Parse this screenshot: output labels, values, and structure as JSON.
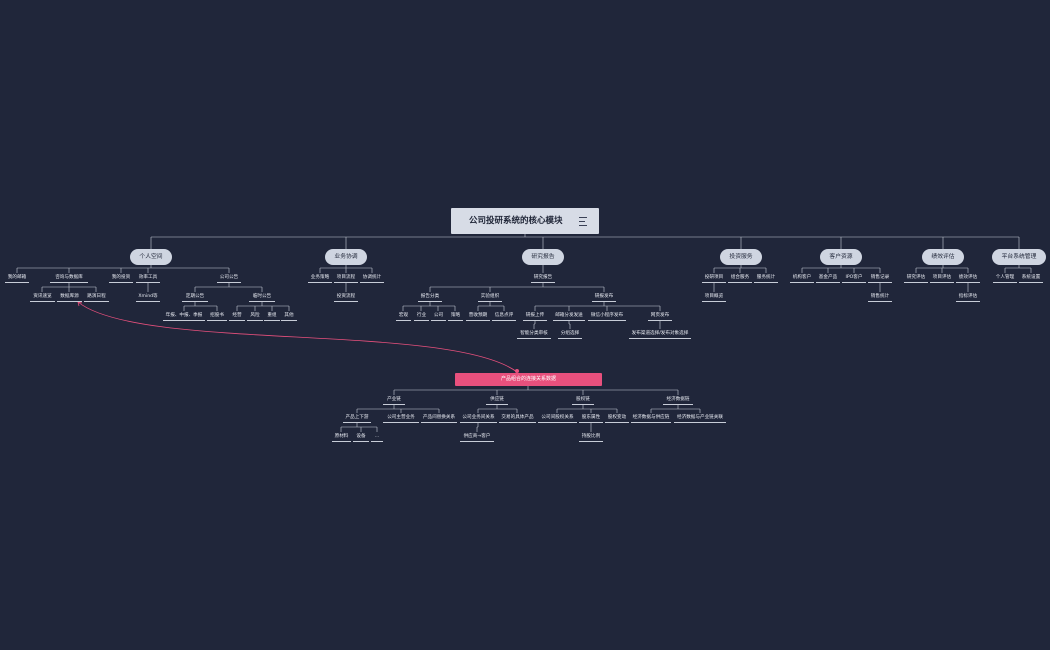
{
  "diagram": {
    "root": "公司投研系统的核心模块",
    "modules": [
      {
        "label": "个人空间",
        "children": [
          {
            "label": "我的邮箱"
          },
          {
            "label": "咨询与数据库",
            "children": [
              {
                "label": "资讯速览"
              },
              {
                "label": "数据库源"
              },
              {
                "label": "路演日程"
              }
            ]
          },
          {
            "label": "我的投资"
          },
          {
            "label": "效率工具",
            "children": [
              {
                "label": "Xmind等"
              }
            ]
          },
          {
            "label": "公司公告",
            "children": [
              {
                "label": "定期公告",
                "children": [
                  {
                    "label": "年报、中报、季报"
                  },
                  {
                    "label": "招股书"
                  }
                ]
              },
              {
                "label": "临时公告",
                "children": [
                  {
                    "label": "经营"
                  },
                  {
                    "label": "风险"
                  },
                  {
                    "label": "重组"
                  },
                  {
                    "label": "其他"
                  }
                ]
              }
            ]
          }
        ]
      },
      {
        "label": "业务协调",
        "children": [
          {
            "label": "业务策略"
          },
          {
            "label": "项目流程",
            "children": [
              {
                "label": "投资流程"
              }
            ]
          },
          {
            "label": "协调统计"
          }
        ]
      },
      {
        "label": "研究报告",
        "children": [
          {
            "label": "研究报告",
            "children": [
              {
                "label": "报告分类",
                "children": [
                  {
                    "label": "宏观"
                  },
                  {
                    "label": "行业"
                  },
                  {
                    "label": "公司"
                  },
                  {
                    "label": "策略"
                  }
                ]
              },
              {
                "label": "实验组织",
                "children": [
                  {
                    "label": "营收预期"
                  },
                  {
                    "label": "信息点评"
                  }
                ]
              },
              {
                "label": "研报发布",
                "children": [
                  {
                    "label": "研报上传",
                    "children": [
                      {
                        "label": "智能分类审核"
                      }
                    ]
                  },
                  {
                    "label": "邮箱分发发送",
                    "children": [
                      {
                        "label": "分组选择"
                      }
                    ]
                  },
                  {
                    "label": "微信小程序发布"
                  },
                  {
                    "label": "网页发布",
                    "children": [
                      {
                        "label": "发布渠道选择/发布对象选择"
                      }
                    ]
                  }
                ]
              }
            ]
          }
        ]
      },
      {
        "label": "投资服务",
        "children": [
          {
            "label": "投研项目",
            "children": [
              {
                "label": "项目概览"
              }
            ]
          },
          {
            "label": "组合服务"
          },
          {
            "label": "服务统计"
          }
        ]
      },
      {
        "label": "客户资源",
        "children": [
          {
            "label": "机构客户"
          },
          {
            "label": "基金产品"
          },
          {
            "label": "IPO客户"
          },
          {
            "label": "销售记录",
            "children": [
              {
                "label": "销售统计"
              }
            ]
          }
        ]
      },
      {
        "label": "绩效评估",
        "children": [
          {
            "label": "研究评估"
          },
          {
            "label": "项目评估"
          },
          {
            "label": "绩效评估",
            "children": [
              {
                "label": "指标评估"
              }
            ]
          }
        ]
      },
      {
        "label": "平台系统管理",
        "children": [
          {
            "label": "个人管理"
          },
          {
            "label": "系统设置"
          }
        ]
      }
    ],
    "hub": {
      "label": "产品组合的连接关系数据",
      "children": [
        {
          "label": "产业链",
          "children": [
            {
              "label": "产品上下游",
              "children": [
                {
                  "label": "原材料"
                },
                {
                  "label": "设备"
                },
                {
                  "label": "..."
                }
              ]
            },
            {
              "label": "公司主营业务"
            },
            {
              "label": "产品间替换关系"
            }
          ]
        },
        {
          "label": "供应链",
          "children": [
            {
              "label": "公司业务间关系",
              "children": [
                {
                  "label": "供应商→客户"
                }
              ]
            },
            {
              "label": "交易的具体产品"
            }
          ]
        },
        {
          "label": "股权链",
          "children": [
            {
              "label": "公司间股权关系"
            },
            {
              "label": "股东属性",
              "children": [
                {
                  "label": "持股比例"
                }
              ]
            },
            {
              "label": "股权变动"
            }
          ]
        },
        {
          "label": "经济数据链",
          "children": [
            {
              "label": "经济数据与供应链"
            },
            {
              "label": "经济数据与产业链关联"
            }
          ]
        }
      ]
    },
    "colors": {
      "background": "#20263a",
      "connector": "#c8cdd8",
      "link": "#e8507d",
      "pill": "#cfd5e1"
    }
  }
}
